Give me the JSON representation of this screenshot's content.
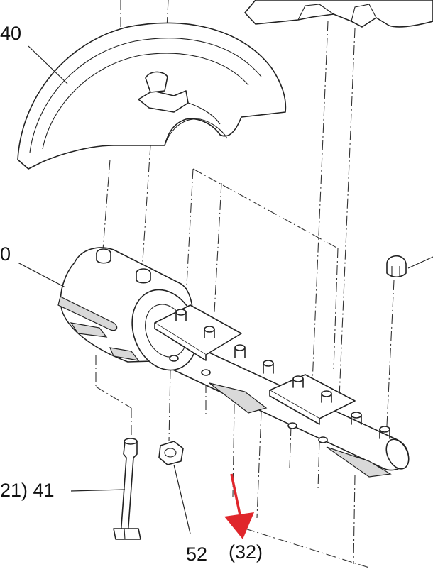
{
  "callouts": {
    "c40": "40",
    "c0": "0",
    "c21_41": "21) 41",
    "c52": "52",
    "c32": "(32)"
  },
  "colors": {
    "line": "#222222",
    "arrow": "#e0262b",
    "shade": "#d9d9d9"
  }
}
